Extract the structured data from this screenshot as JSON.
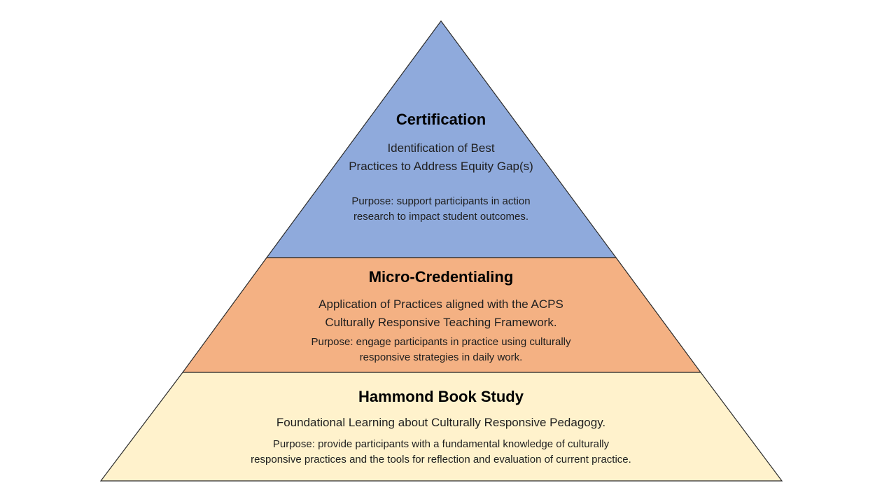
{
  "colors": {
    "top": "#8faadc",
    "middle": "#f4b183",
    "bottom": "#fff2cc",
    "stroke": "#2b2b2b"
  },
  "tiers": [
    {
      "title": "Certification",
      "description": "Identification of Best\nPractices to Address Equity Gap(s)",
      "purpose": "Purpose: support participants in action\nresearch to impact student outcomes."
    },
    {
      "title": "Micro-Credentialing",
      "description": "Application of Practices aligned with the ACPS\nCulturally Responsive Teaching Framework.",
      "purpose": "Purpose: engage participants in practice using culturally\nresponsive strategies in daily work."
    },
    {
      "title": "Hammond Book Study",
      "description": "Foundational Learning about Culturally Responsive Pedagogy.",
      "purpose": "Purpose: provide participants with a fundamental knowledge of culturally\nresponsive practices and the tools for reflection and evaluation of current practice."
    }
  ]
}
